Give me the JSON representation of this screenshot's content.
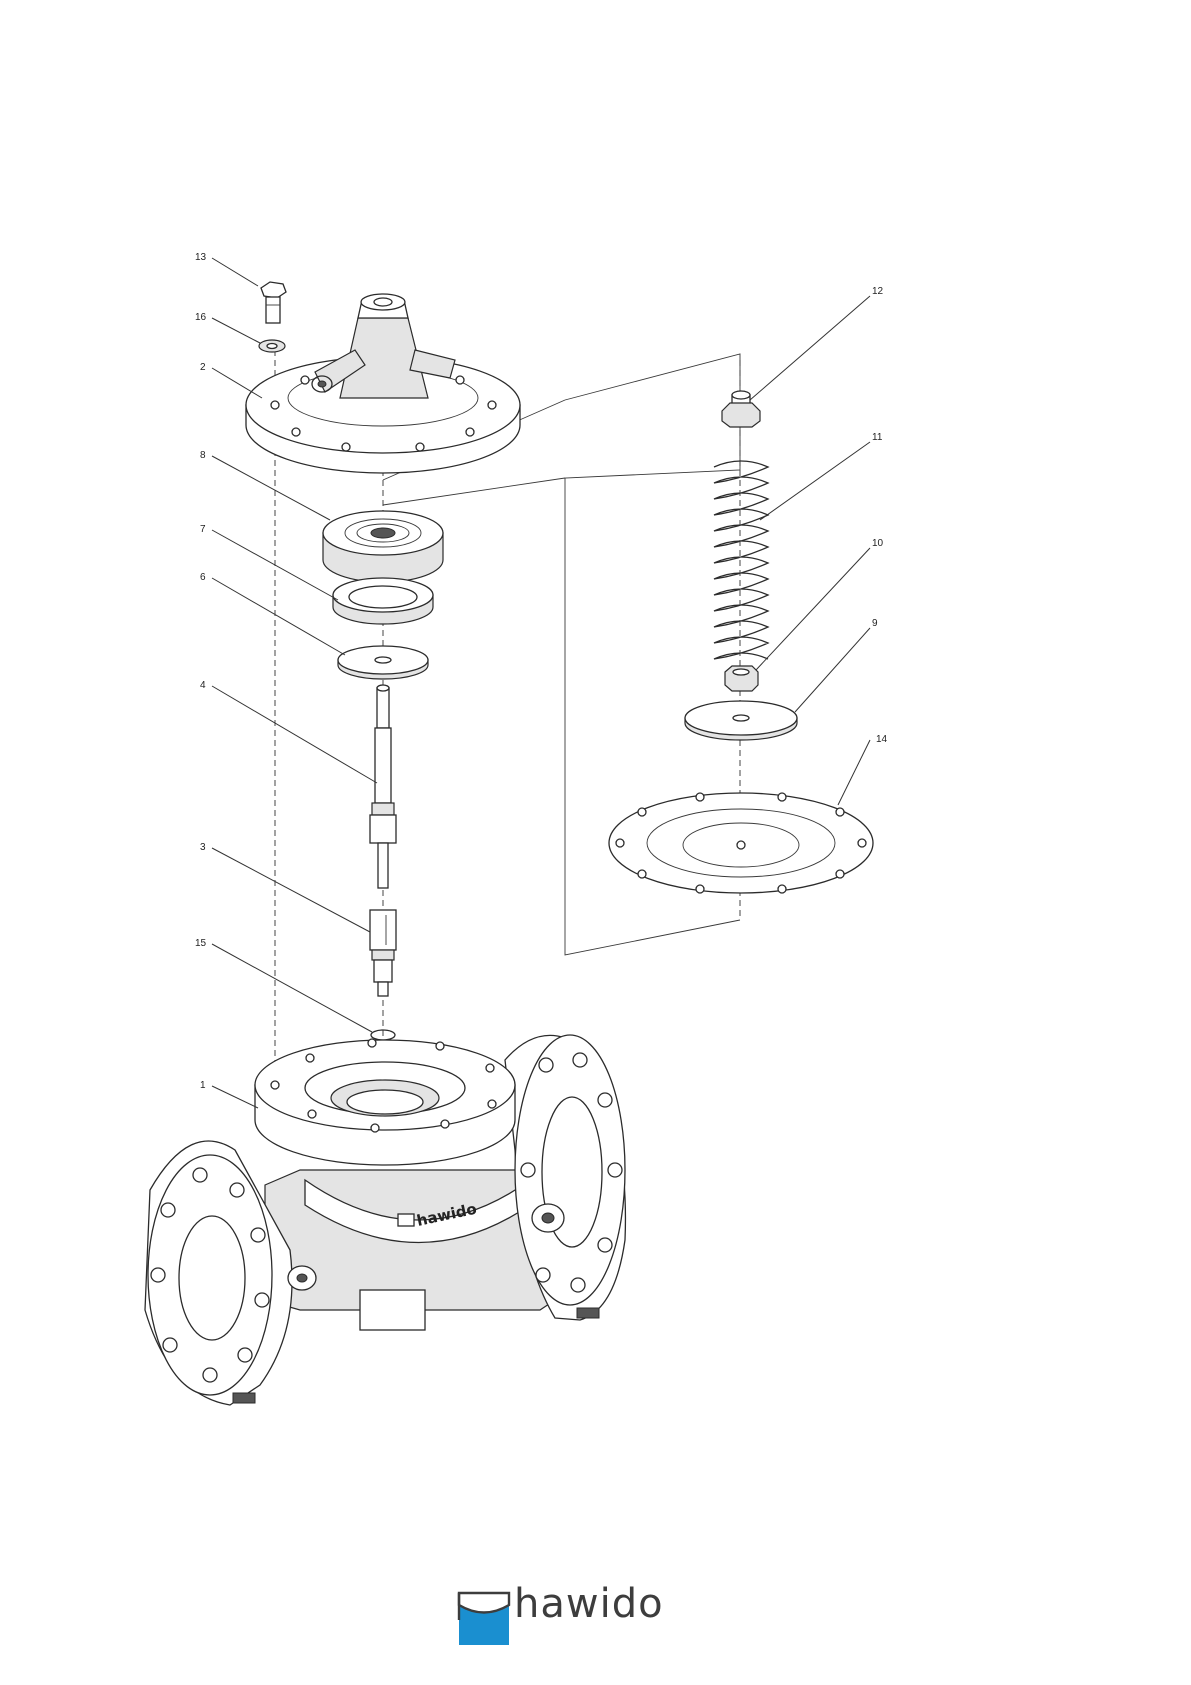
{
  "callouts": [
    "1",
    "2",
    "3",
    "4",
    "6",
    "7",
    "8",
    "9",
    "10",
    "11",
    "12",
    "13",
    "14",
    "15",
    "16"
  ],
  "body_marking": "hawido",
  "footer": {
    "logo_text": "hawido",
    "logo_color": "#1a8fd0"
  },
  "colors": {
    "line": "#2b2b2b",
    "shade": "#e4e4e4"
  }
}
